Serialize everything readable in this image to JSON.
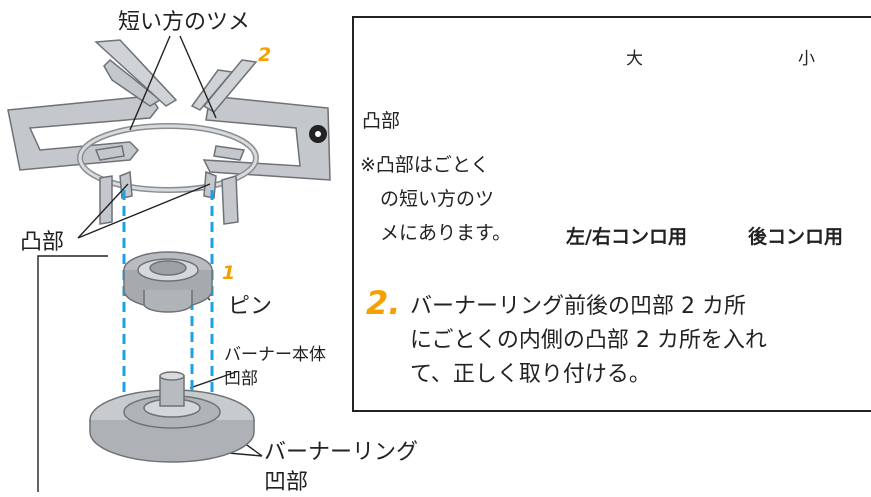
{
  "labels": {
    "short_claw": "短い方のツメ",
    "convex_left": "凸部",
    "pin": "ピン",
    "burner_body_concave_line1": "バーナー本体",
    "burner_body_concave_line2": "凹部",
    "burner_ring_concave_line1": "バーナーリング",
    "burner_ring_concave_line2": "凹部",
    "step1": "1",
    "step2_marker": "2"
  },
  "panel": {
    "convex_label": "凸部",
    "note_line1": "※凸部はごとく",
    "note_line2": "の短い方のツ",
    "note_line3": "メにあります。",
    "large_label": "大",
    "small_label": "小",
    "left_right_stove": "左/右コンロ用",
    "rear_stove": "後コンロ用",
    "step2_number": "2.",
    "step2_line1": "バーナーリング前後の凹部 2 カ所",
    "step2_line2": "にごとくの内側の凸部 2 カ所を入れ",
    "step2_line3": "て、正しく取り付ける。"
  },
  "colors": {
    "accent": "#f5a000",
    "guide_line": "#1ea0e6",
    "metal": "#b8bcc0",
    "metal_dark": "#8a8e92"
  }
}
